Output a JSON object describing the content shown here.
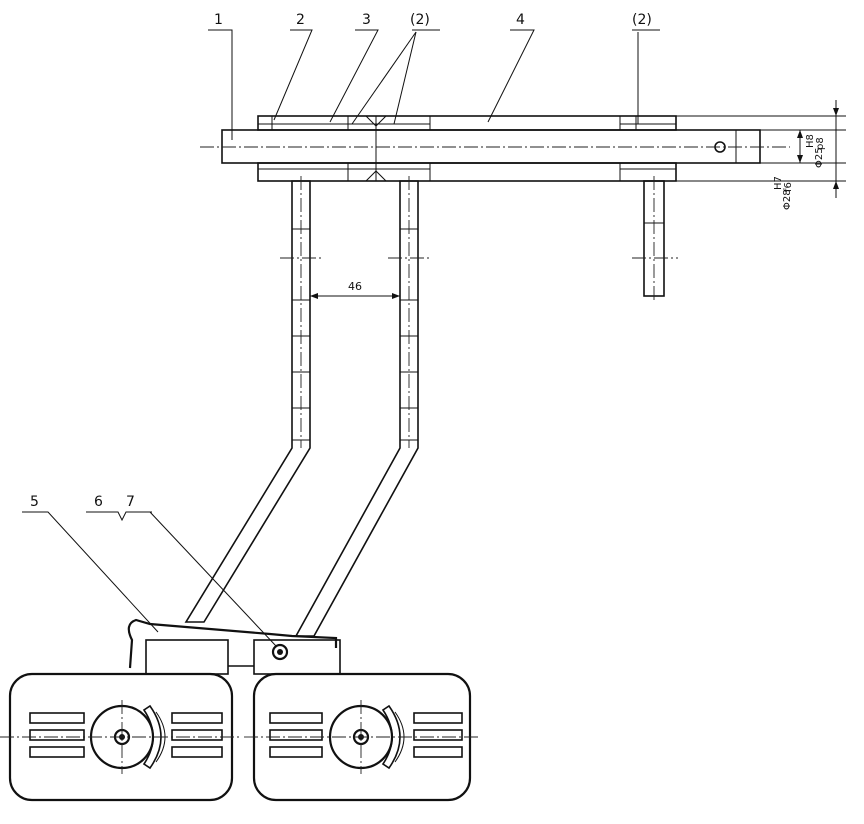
{
  "callouts": {
    "c1": "1",
    "c2": "2",
    "c3": "3",
    "c2a": "(2)",
    "c4": "4",
    "c2b": "(2)",
    "c5": "5",
    "c6": "6",
    "c7": "7"
  },
  "dimensions": {
    "spacing": "46",
    "shaft_dia": "Φ25",
    "shaft_fit": "p8",
    "shaft_fit_sup": "H8",
    "bore_dia": "Φ28",
    "bore_fit": "f6",
    "bore_fit_sup": "H7"
  }
}
